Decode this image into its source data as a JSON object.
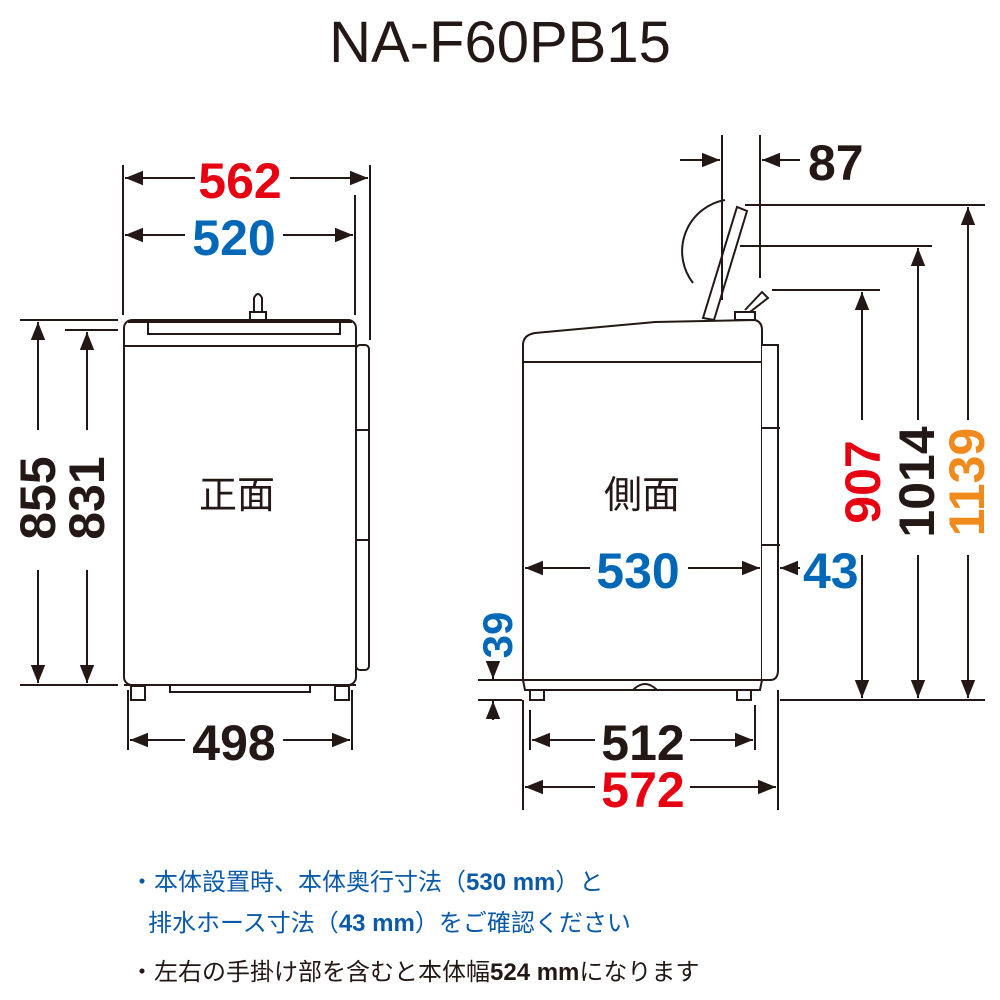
{
  "title": "NA-F60PB15",
  "colors": {
    "red": "#e60012",
    "blue": "#0068b7",
    "orange": "#f08a1c",
    "black": "#231815"
  },
  "front": {
    "label": "正面",
    "width_overall": "562",
    "width_body": "520",
    "height_total": "855",
    "height_body": "831",
    "width_feet": "498"
  },
  "side": {
    "label": "側面",
    "lid_offset": "87",
    "height_hose": "907",
    "height_lid_open": "1014",
    "height_max": "1139",
    "depth_body": "530",
    "depth_hose": "43",
    "clearance": "39",
    "depth_feet": "512",
    "depth_overall": "572"
  },
  "notes": {
    "line1_a": "・本体設置時、本体奥行寸法（",
    "line1_b": "530 mm",
    "line1_c": "）と",
    "line2_a": "排水ホース寸法（",
    "line2_b": "43 mm",
    "line2_c": "）をご確認ください",
    "line3_a": "・左右の手掛け部を含むと本体幅",
    "line3_b": "524 mm",
    "line3_c": "になります"
  }
}
